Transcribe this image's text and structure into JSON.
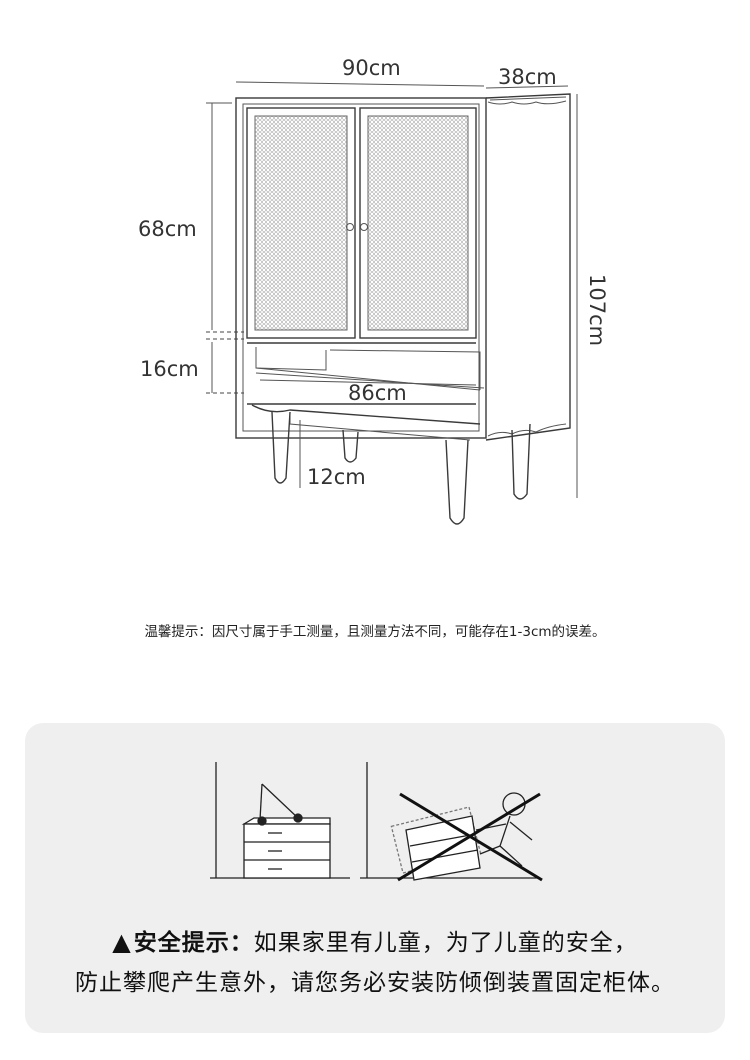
{
  "dimensions": {
    "width": "90cm",
    "depth": "38cm",
    "height": "107cm",
    "door_height": "68cm",
    "drawer_height": "16cm",
    "inner_width": "86cm",
    "leg_height": "12cm"
  },
  "tip_text": "温馨提示：因尺寸属于手工测量，且测量方法不同，可能存在1-3cm的误差。",
  "safety": {
    "heading": "安全提示：",
    "line1_text": "如果家里有儿童，为了儿童的安全，",
    "line2_text": "防止攀爬产生意外，请您务必安装防倾倒装置固定柜体。",
    "icon": "warning-triangle-icon"
  }
}
